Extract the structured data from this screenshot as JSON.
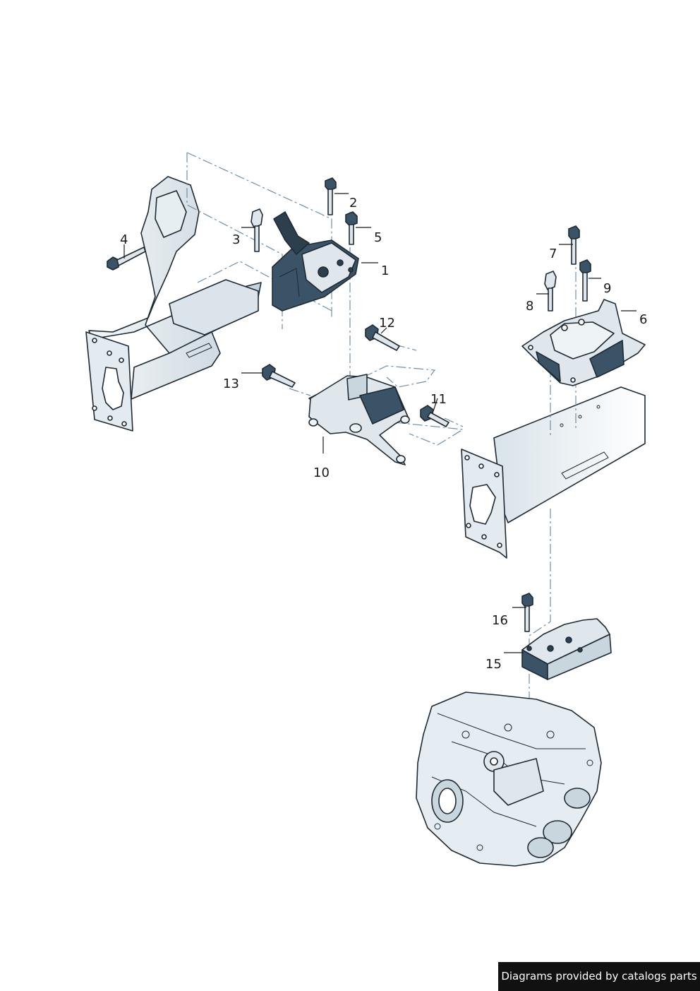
{
  "callouts": [
    "1",
    "2",
    "3",
    "4",
    "5",
    "6",
    "7",
    "8",
    "9",
    "10",
    "11",
    "12",
    "13",
    "15",
    "16"
  ],
  "credit": "Diagrams provided by catalogs parts",
  "colors": {
    "ink": "#1e2a33",
    "part_dark": "#3a5366",
    "part_light": "#eef3f6",
    "dashed_line": "#6f8fa6"
  }
}
